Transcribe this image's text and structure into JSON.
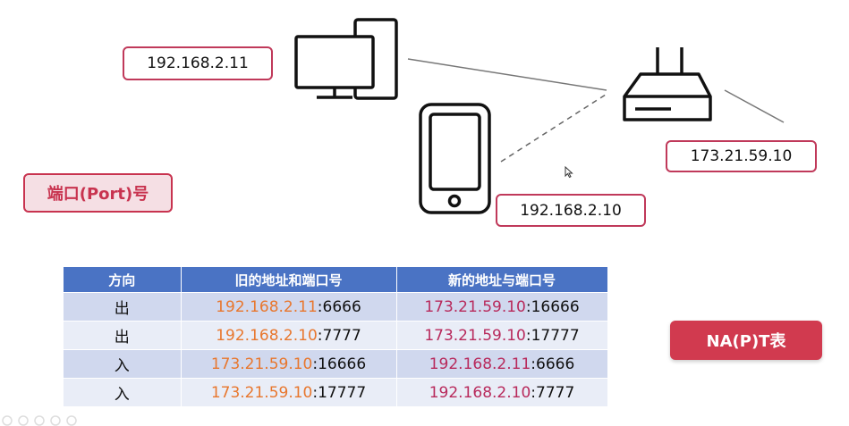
{
  "devices": {
    "pc_ip": "192.168.2.11",
    "phone_ip": "192.168.2.10",
    "router_ip": "173.21.59.10"
  },
  "port_label": "端口(Port)号",
  "napt_label": "NA(P)T表",
  "table": {
    "headers": [
      "方向",
      "旧的地址和端口号",
      "新的地址与端口号"
    ],
    "rows": [
      {
        "direction": "出",
        "old_ip": "192.168.2.11",
        "old_port": ":6666",
        "new_ip": "173.21.59.10",
        "new_port": ":16666"
      },
      {
        "direction": "出",
        "old_ip": "192.168.2.10",
        "old_port": ":7777",
        "new_ip": "173.21.59.10",
        "new_port": ":17777"
      },
      {
        "direction": "入",
        "old_ip": "173.21.59.10",
        "old_port": ":16666",
        "new_ip": "192.168.2.11",
        "new_port": ":6666"
      },
      {
        "direction": "入",
        "old_ip": "173.21.59.10",
        "old_port": ":17777",
        "new_ip": "192.168.2.10",
        "new_port": ":7777"
      }
    ]
  },
  "colors": {
    "accent": "#c8334f",
    "header_blue": "#4a73c4",
    "orange": "#e8772e",
    "magenta": "#b82a5c"
  }
}
